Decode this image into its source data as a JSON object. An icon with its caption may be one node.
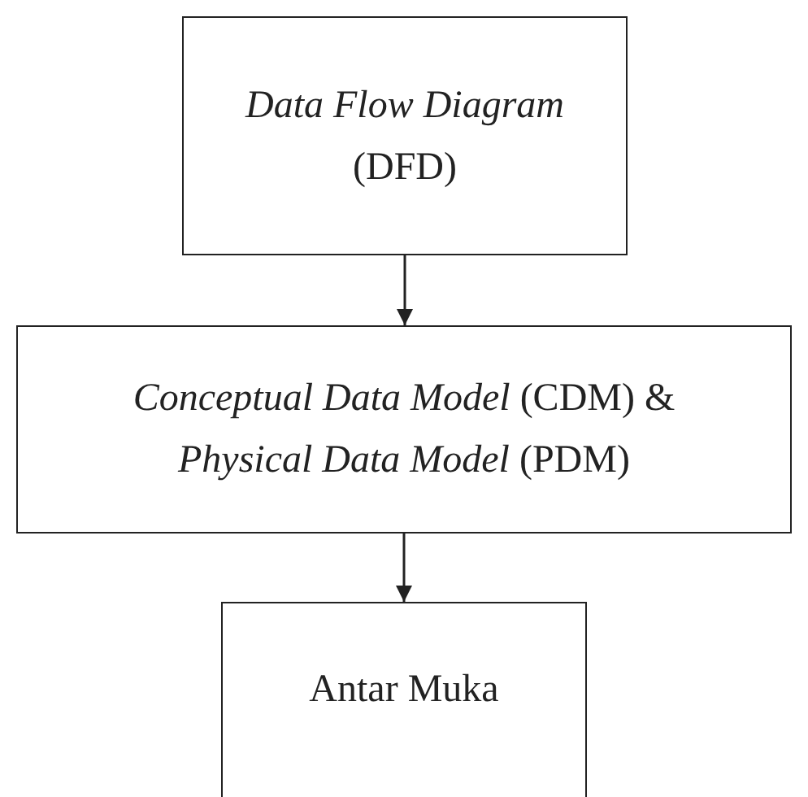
{
  "diagram": {
    "nodes": [
      {
        "text": [
          "*Data Flow Diagram* (DFD)"
        ]
      },
      {
        "text": [
          "*Conceptual Data Model* (CDM) & *Physical Data Model* (PDM)"
        ]
      },
      {
        "text": [
          "Antar Muka"
        ]
      }
    ],
    "edges": [
      {
        "from": 0,
        "to": 1,
        "arrow": "to"
      },
      {
        "from": 1,
        "to": 2,
        "arrow": "to"
      }
    ]
  }
}
